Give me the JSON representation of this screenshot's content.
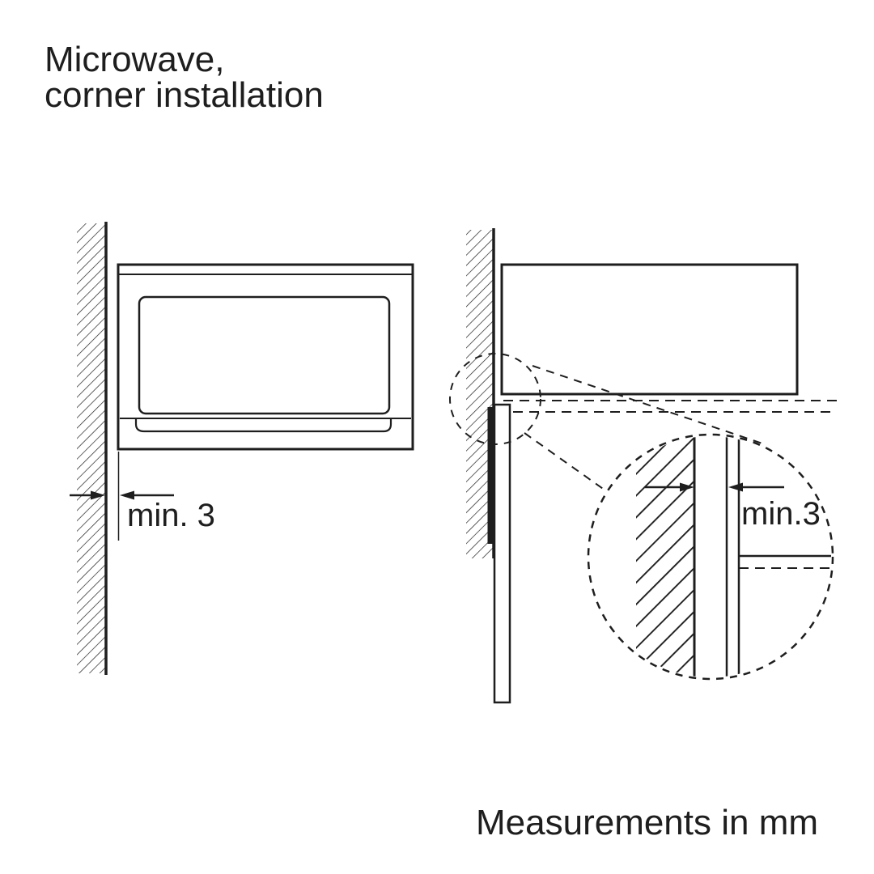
{
  "title": {
    "line1": "Microwave,",
    "line2": "corner installation"
  },
  "front_view": {
    "dimension_label": "min. 3"
  },
  "detail_view": {
    "dimension_label": "min.3"
  },
  "footer": {
    "note": "Measurements in mm"
  },
  "colors": {
    "line": "#1e1e1e",
    "background": "#ffffff"
  }
}
